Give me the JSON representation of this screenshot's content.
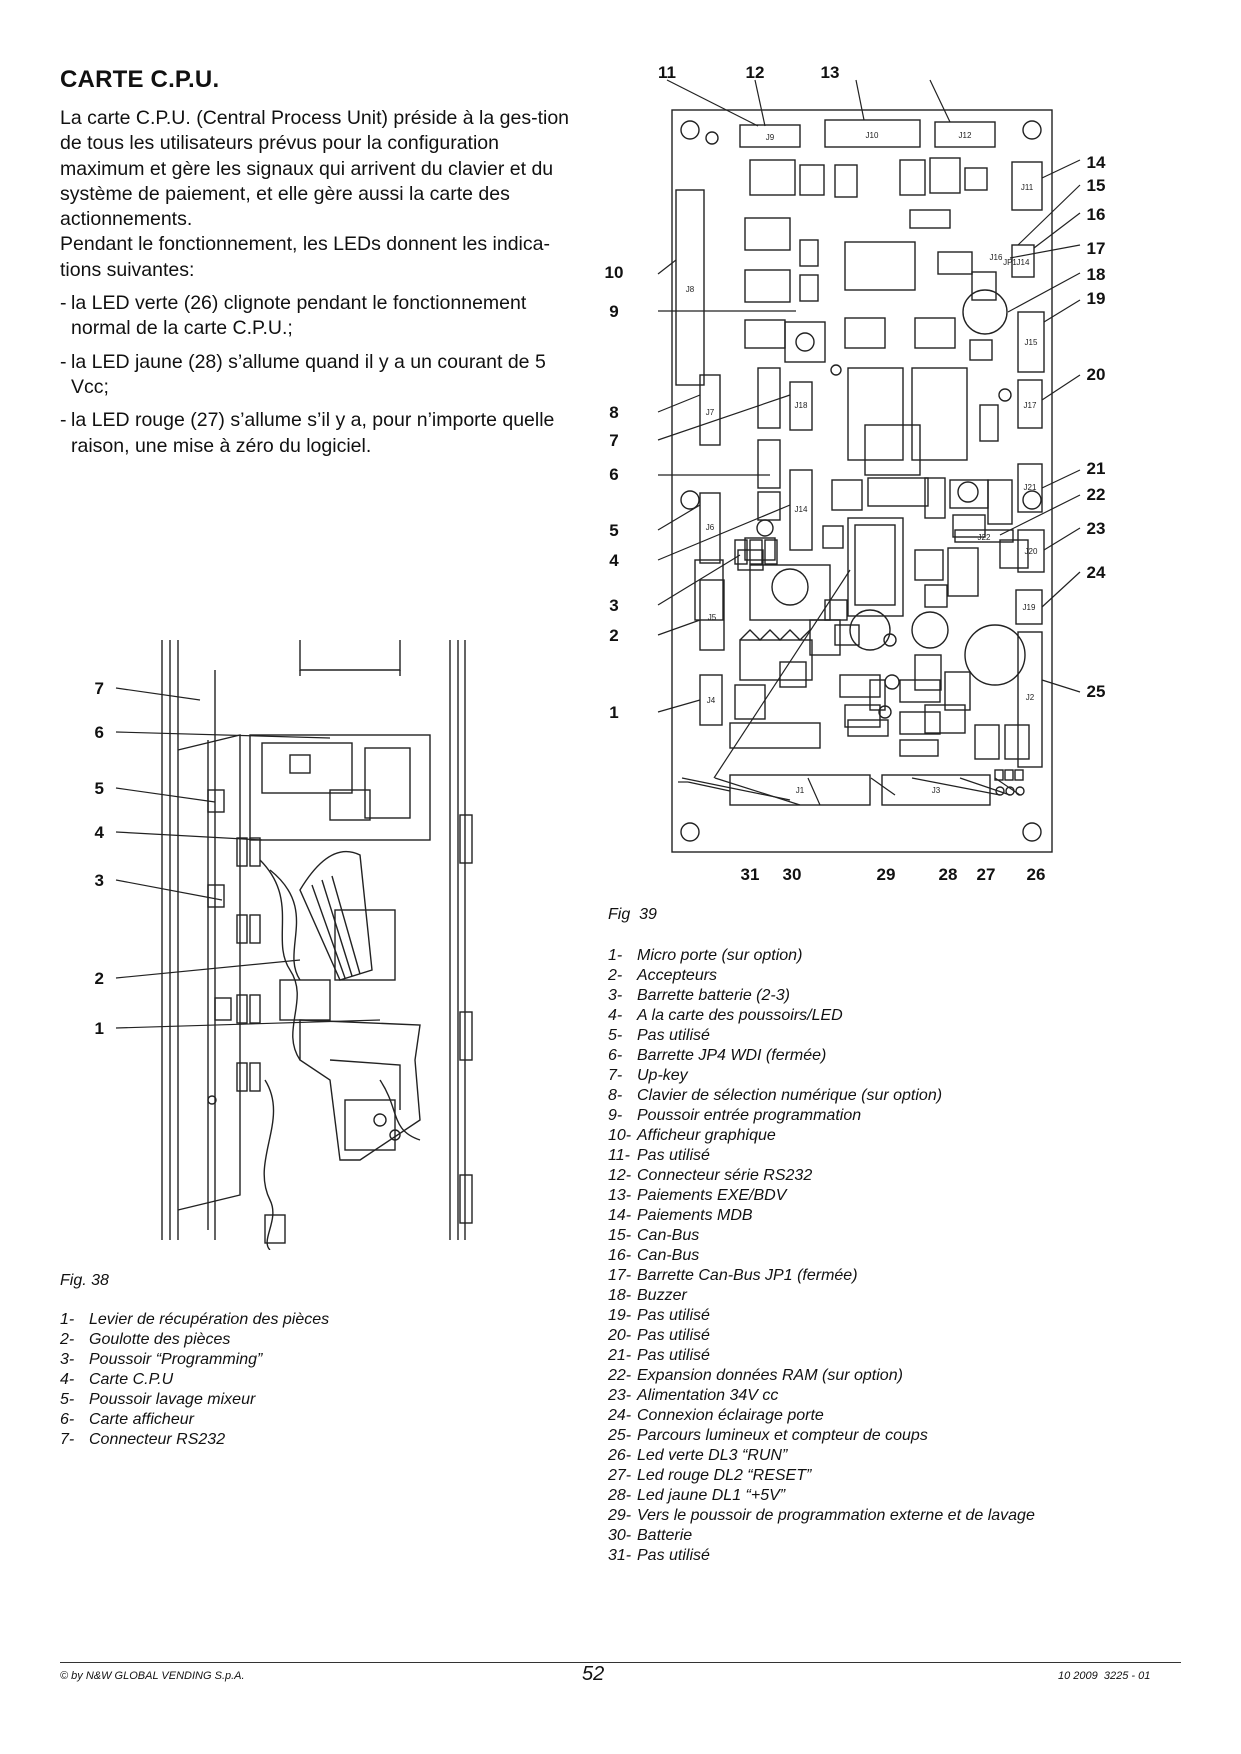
{
  "title": "CARTE C.P.U.",
  "intro": {
    "paragraph1": "La carte C.P.U. (Central Process Unit) préside à la ges-tion de tous les utilisateurs prévus pour la configuration maximum et gère les signaux qui arrivent du clavier et du système de paiement, et elle gère aussi la carte des actionnements.",
    "paragraph2": "Pendant le fonctionnement, les LEDs donnent les indica-tions suivantes:",
    "bullets": [
      "la LED verte (26) clignote pendant le fonctionnement normal de la carte C.P.U.;",
      "la LED jaune (28) s’allume quand il y a un courant de 5 Vcc;",
      "la LED rouge (27) s’allume s’il y a, pour n’importe quelle raison, une mise à zéro du logiciel."
    ]
  },
  "fig38": {
    "caption": "Fig. 38",
    "callouts": [
      "7",
      "6",
      "5",
      "4",
      "3",
      "2",
      "1"
    ],
    "legend": [
      {
        "n": "1-",
        "t": "Levier de récupération des pièces"
      },
      {
        "n": "2-",
        "t": "Goulotte des pièces"
      },
      {
        "n": "3-",
        "t": "Poussoir “Programming”"
      },
      {
        "n": "4-",
        "t": "Carte C.P.U"
      },
      {
        "n": "5-",
        "t": "Poussoir lavage mixeur"
      },
      {
        "n": "6-",
        "t": "Carte afficheur"
      },
      {
        "n": "7-",
        "t": "Connecteur RS232"
      }
    ]
  },
  "fig39": {
    "caption": "Fig  39",
    "callouts_top": [
      "11",
      "12",
      "13"
    ],
    "callouts_right": [
      "14",
      "15",
      "16",
      "17",
      "18",
      "19",
      "20",
      "21",
      "22",
      "23",
      "24",
      "25"
    ],
    "callouts_left": [
      "10",
      "9",
      "8",
      "7",
      "6",
      "5",
      "4",
      "3",
      "2",
      "1"
    ],
    "callouts_bottom": [
      "31",
      "30",
      "29",
      "28",
      "27",
      "26"
    ],
    "board_labels": {
      "J9": "J9",
      "J10": "J10",
      "J12": "J12",
      "J11": "J11",
      "J8": "J8",
      "J16": "J16",
      "JP1": "JP1",
      "J14a": "J14",
      "J15": "J15",
      "J7": "J7",
      "J18": "J18",
      "J17": "J17",
      "J14b": "J14",
      "J21": "J21",
      "J22": "J22",
      "J20": "J20",
      "J5": "J5",
      "J6": "J6",
      "J19": "J19",
      "J2": "J2",
      "J4": "J4",
      "J1": "J1",
      "J3": "J3"
    },
    "legend": [
      {
        "n": "1-",
        "t": "Micro porte (sur option)"
      },
      {
        "n": "2-",
        "t": "Accepteurs"
      },
      {
        "n": "3-",
        "t": "Barrette batterie (2-3)"
      },
      {
        "n": "4-",
        "t": "A la carte des poussoirs/LED"
      },
      {
        "n": "5-",
        "t": "Pas utilisé"
      },
      {
        "n": "6-",
        "t": "Barrette JP4 WDI (fermée)"
      },
      {
        "n": "7-",
        "t": "Up-key"
      },
      {
        "n": "8-",
        "t": "Clavier de sélection numérique (sur option)"
      },
      {
        "n": "9-",
        "t": "Poussoir entrée programmation"
      },
      {
        "n": "10-",
        "t": "Afficheur graphique"
      },
      {
        "n": "11-",
        "t": "Pas utilisé"
      },
      {
        "n": "12-",
        "t": "Connecteur série RS232"
      },
      {
        "n": "13-",
        "t": "Paiements EXE/BDV"
      },
      {
        "n": "14-",
        "t": "Paiements MDB"
      },
      {
        "n": "15-",
        "t": "Can-Bus"
      },
      {
        "n": "16-",
        "t": "Can-Bus"
      },
      {
        "n": "17-",
        "t": "Barrette Can-Bus JP1 (fermée)"
      },
      {
        "n": "18-",
        "t": "Buzzer"
      },
      {
        "n": "19-",
        "t": "Pas utilisé"
      },
      {
        "n": "20-",
        "t": "Pas utilisé"
      },
      {
        "n": "21-",
        "t": "Pas utilisé"
      },
      {
        "n": "22-",
        "t": "Expansion données RAM (sur option)"
      },
      {
        "n": "23-",
        "t": "Alimentation 34V cc"
      },
      {
        "n": "24-",
        "t": "Connexion éclairage porte"
      },
      {
        "n": "25-",
        "t": "Parcours lumineux et compteur de coups"
      },
      {
        "n": "26-",
        "t": "Led verte DL3 “RUN”"
      },
      {
        "n": "27-",
        "t": "Led rouge DL2 “RESET”"
      },
      {
        "n": "28-",
        "t": "Led jaune DL1 “+5V”"
      },
      {
        "n": "29-",
        "t": "Vers le poussoir de programmation externe et de lavage"
      },
      {
        "n": "30-",
        "t": "Batterie"
      },
      {
        "n": "31-",
        "t": "Pas utilisé"
      }
    ]
  },
  "footer": {
    "copyright": "© by N&W GLOBAL VENDING S.p.A.",
    "page": "52",
    "code": "10 2009  3225 - 01"
  }
}
